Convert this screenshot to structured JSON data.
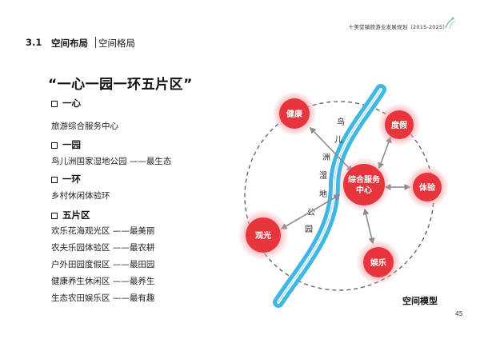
{
  "header": {
    "doc_title": "十美堂镇旅游业发展规划（2015-2025）",
    "section_number": "3.1",
    "section_name": "空间布局",
    "section_sub": "空间格局"
  },
  "headline": "“一心一园一环五片区”",
  "outline": [
    {
      "kind": "category",
      "text": "一心"
    },
    {
      "kind": "desc",
      "text": "旅游综合服务中心"
    },
    {
      "kind": "category",
      "text": "一园"
    },
    {
      "kind": "desc",
      "text": "鸟儿洲国家湿地公园 ——最生态"
    },
    {
      "kind": "category",
      "text": "一环"
    },
    {
      "kind": "desc",
      "text": "乡村休闲体验环"
    },
    {
      "kind": "category",
      "text": "五片区"
    },
    {
      "kind": "desc",
      "text": "欢乐花海观光区 ——最美丽"
    },
    {
      "kind": "desc",
      "text": "农夫乐园体验区 ——最农耕"
    },
    {
      "kind": "desc",
      "text": "户外田园度假区 ——最田园"
    },
    {
      "kind": "desc",
      "text": "健康养生休闲区 ——最养生"
    },
    {
      "kind": "desc",
      "text": "生态农田娱乐区 ——最有趣"
    }
  ],
  "model": {
    "center_label_line1": "综合服务",
    "center_label_line2": "中心",
    "nodes": {
      "jiankang": "健康",
      "dujia": "度假",
      "tiyan": "体验",
      "yule": "娱乐",
      "guanguang": "观光"
    },
    "river_chars": [
      "鸟",
      "儿",
      "洲",
      "湿",
      "地",
      "公",
      "园"
    ],
    "caption": "空间模型"
  },
  "footer": {
    "page_number": "45"
  },
  "colors": {
    "node_fill": "#e8343c",
    "node_glow": "#f6a2a6",
    "river": "#3fb6e4",
    "arrow": "#8a8a8a",
    "ring": "#666666"
  }
}
